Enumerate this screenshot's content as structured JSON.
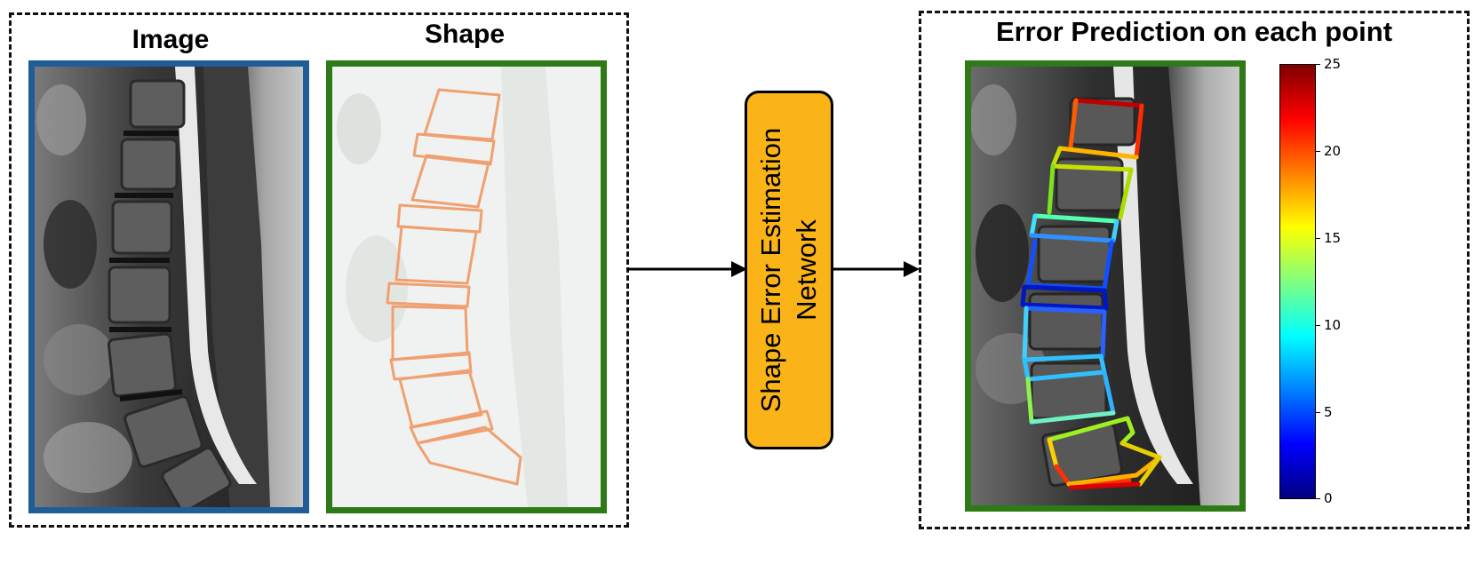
{
  "left_panel": {
    "image_title": "Image",
    "shape_title": "Shape",
    "image_frame_color": "#1F5D96",
    "shape_frame_color": "#2E7A16",
    "contour_color": "#F0A070"
  },
  "network": {
    "line1": "Shape Error Estimation",
    "line2": "Network",
    "fill_color": "#FBB417"
  },
  "right_panel": {
    "title": "Error Prediction on each point",
    "frame_color": "#2E7A16"
  },
  "colorbar": {
    "ticks": [
      "25",
      "20",
      "15",
      "10",
      "5",
      "0"
    ],
    "colormap": "jet"
  }
}
